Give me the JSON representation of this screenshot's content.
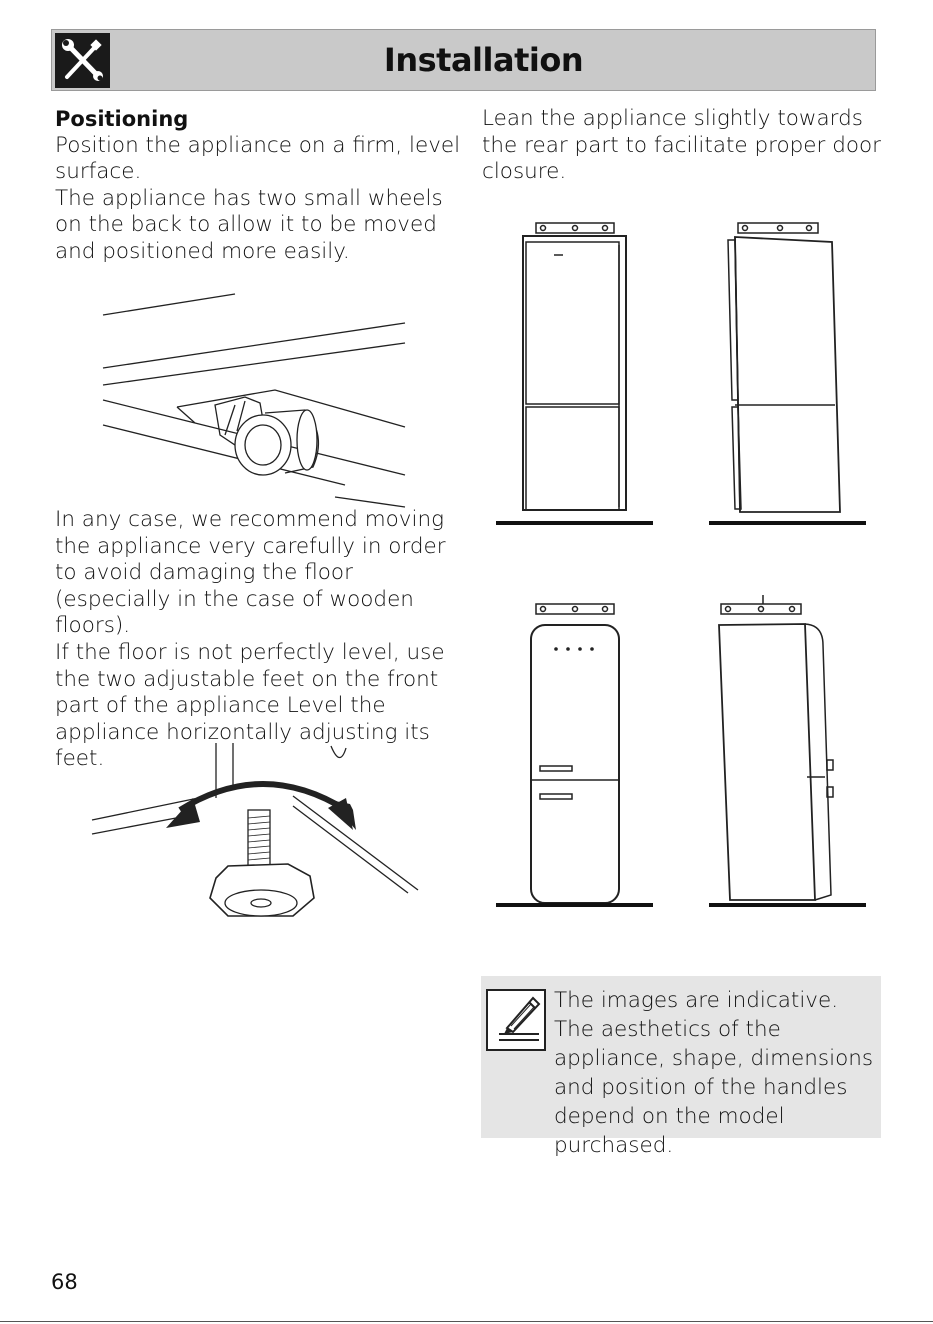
{
  "header": {
    "title": "Installation",
    "icon": "tools-icon"
  },
  "left_column": {
    "heading": "Positioning",
    "paragraph_1": "Position the appliance on a firm, level surface.",
    "paragraph_2": "The appliance has two small wheels on the back to allow it to be moved and positioned more easily.",
    "paragraph_3": "In any case, we recommend moving the appliance very carefully in order to avoid damaging the floor (especially in the case of wooden floors).",
    "paragraph_4": "If the floor is not perfectly level, use the two adjustable feet on the front part of the appliance Level the appliance horizontally adjusting its feet."
  },
  "right_column": {
    "paragraph_1": "Lean the appliance slightly towards the rear part to facilitate proper door closure."
  },
  "note": {
    "icon": "pencil-note-icon",
    "line_1": "The images are indicative.",
    "line_2": "The aesthetics of the appliance, shape, dimensions and position of the handles depend on the model purchased."
  },
  "footer": {
    "page_number": "68"
  }
}
